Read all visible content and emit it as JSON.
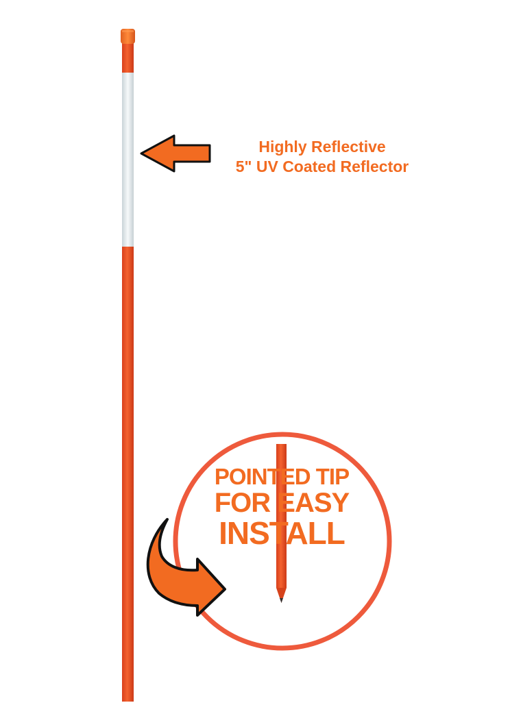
{
  "reflector_callout": {
    "line1": "Highly Reflective",
    "line2": "5\" UV Coated Reflector"
  },
  "tip_callout": {
    "line1": "POINTED TIP",
    "line2": "FOR EASY",
    "line3": "INSTALL"
  },
  "colors": {
    "orange": "#f26b21",
    "rod_orange": "#f0522a",
    "reflector_white": "#eef2f4",
    "outline": "#111111",
    "background": "#ffffff"
  },
  "icons": [
    "left-arrow-icon",
    "curved-arrow-icon"
  ]
}
